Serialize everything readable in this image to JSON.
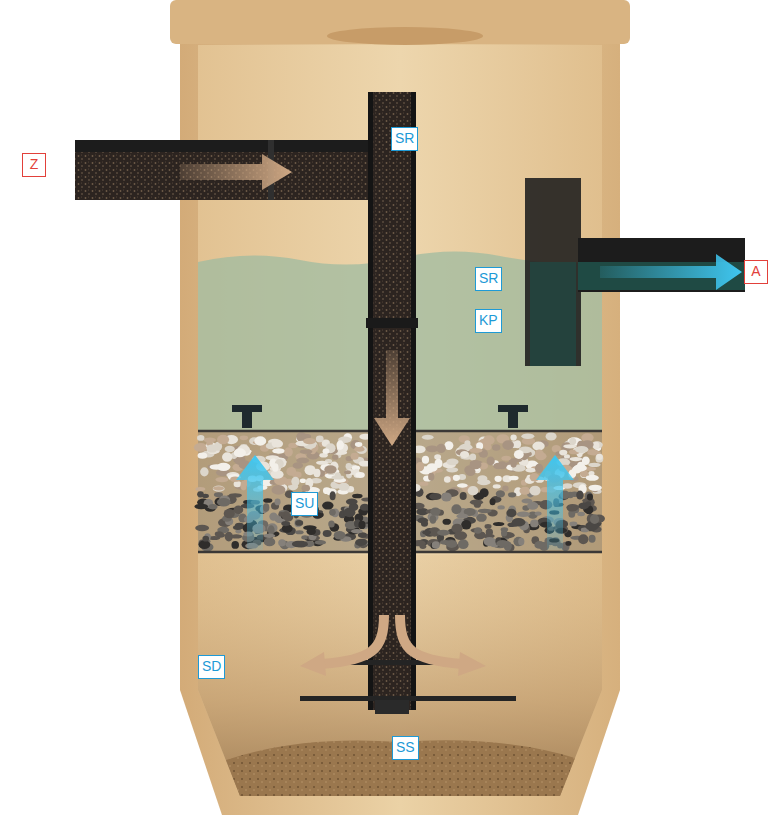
{
  "diagram": {
    "labels": [
      "SR",
      "Z",
      "SR",
      "A",
      "KP",
      "SU",
      "SD",
      "SS"
    ]
  }
}
